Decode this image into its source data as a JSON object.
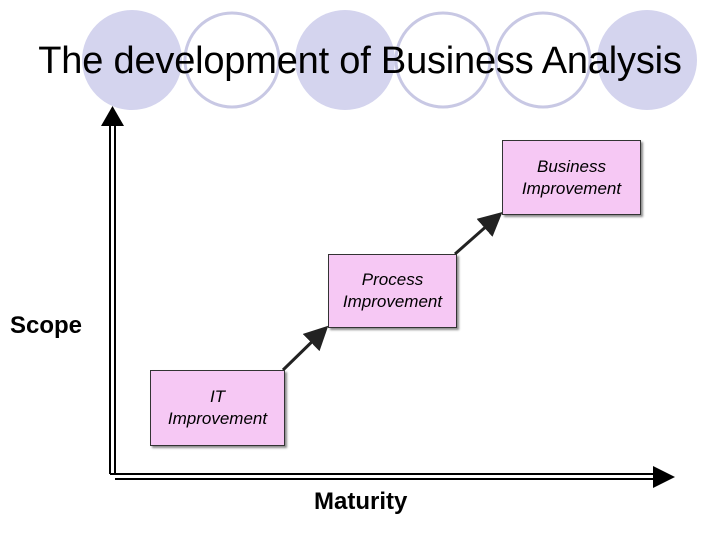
{
  "slide": {
    "title": "The development of Business Analysis",
    "decoration_colors": {
      "filled": "#d4d4ee",
      "ring": "#c8c8e4"
    }
  },
  "axes": {
    "y_label": "Scope",
    "x_label": "Maturity",
    "color": "#000000"
  },
  "stages": [
    {
      "line1": "IT",
      "line2": "Improvement"
    },
    {
      "line1": "Process",
      "line2": "Improvement"
    },
    {
      "line1": "Business",
      "line2": "Improvement"
    }
  ],
  "colors": {
    "box_fill": "#f6c8f4",
    "box_border": "#333333",
    "arrow": "#222222"
  }
}
